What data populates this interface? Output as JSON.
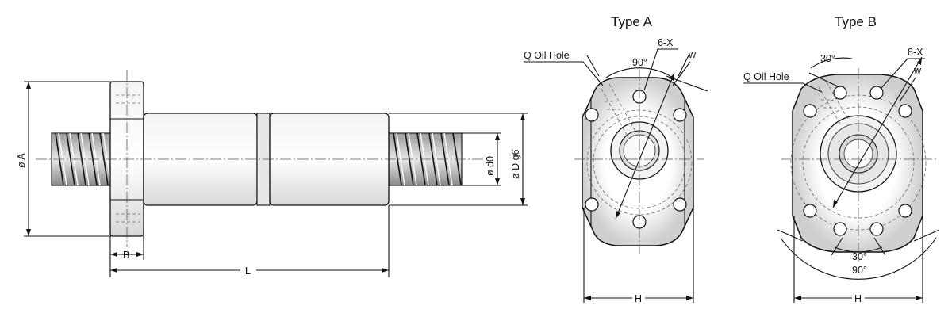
{
  "side_view": {
    "dia_a": "ø A",
    "width_b": "B",
    "length_l": "L",
    "dia_d0": "ø d0",
    "dia_d": "ø D g6"
  },
  "type_a": {
    "title": "Type A",
    "oil_hole": "Q Oil Hole",
    "holes": "6-X",
    "angle": "90°",
    "w": "w",
    "h": "H"
  },
  "type_b": {
    "title": "Type B",
    "oil_hole": "Q Oil Hole",
    "holes": "8-X",
    "angle_top": "30°",
    "w": "w",
    "angle_bottom_30": "30°",
    "angle_bottom_90": "90°",
    "h": "H"
  }
}
